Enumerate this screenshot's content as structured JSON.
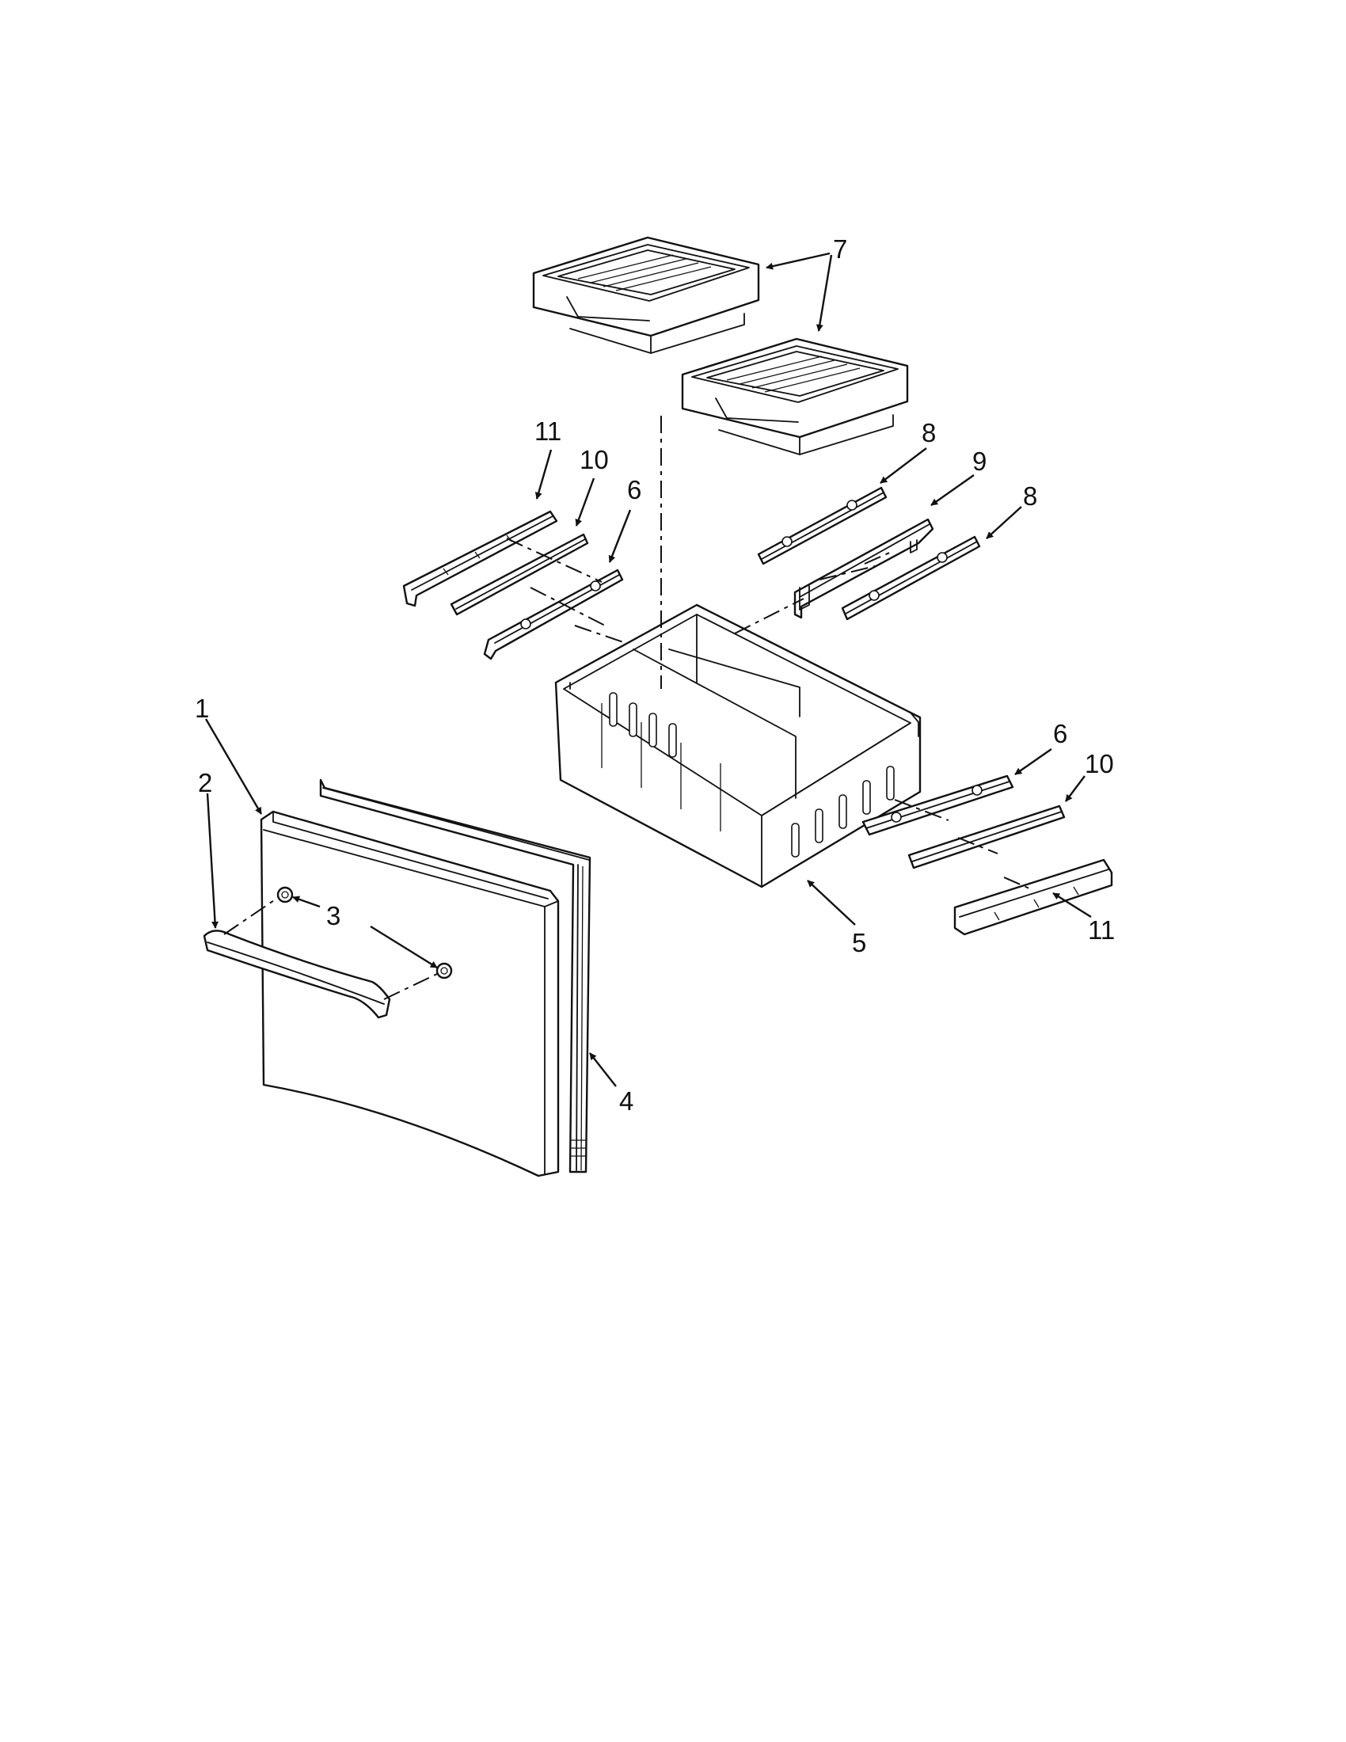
{
  "callouts": {
    "c1": "1",
    "c2": "2",
    "c3": "3",
    "c4": "4",
    "c5": "5",
    "c6a": "6",
    "c6b": "6",
    "c7": "7",
    "c8a": "8",
    "c8b": "8",
    "c9": "9",
    "c10a": "10",
    "c10b": "10",
    "c11a": "11",
    "c11b": "11"
  },
  "colors": {
    "line": "#111111",
    "background": "#ffffff"
  },
  "icons": {
    "arrowhead": "arrowhead-icon"
  }
}
